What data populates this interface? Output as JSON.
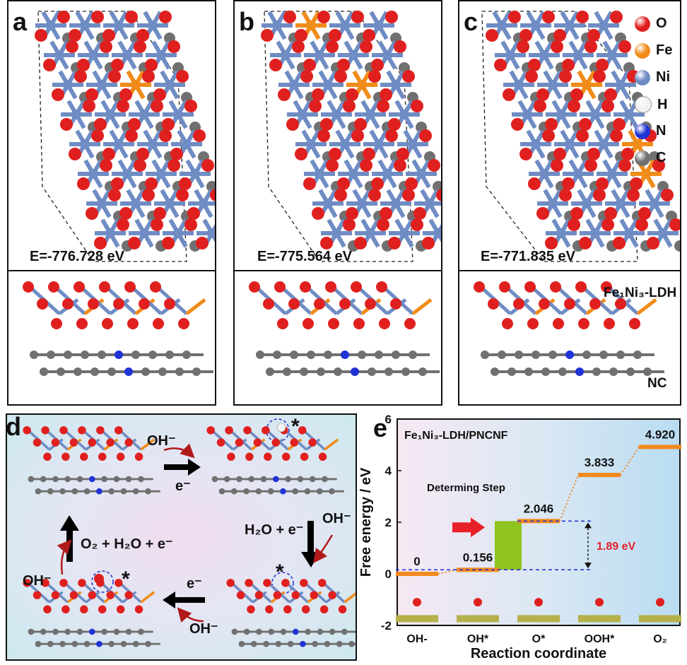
{
  "panels": {
    "a": {
      "label": "a",
      "energy": "E=-776.728 eV"
    },
    "b": {
      "label": "b",
      "energy": "E=-775.564 eV"
    },
    "c": {
      "label": "c",
      "energy": "E=-771.835 eV",
      "ldh_label": "Fe₁Ni₃-LDH",
      "nc_label": "NC"
    },
    "d": {
      "label": "d",
      "top_reagent": "OH⁻",
      "top_electron": "e⁻",
      "right_text": "H₂O + e⁻",
      "right_reagent": "OH⁻",
      "bottom_electron": "e⁻",
      "bottom_reagent": "OH⁻",
      "left_text": "O₂ + H₂O + e⁻",
      "left_reagent": "OH⁻",
      "star": "*"
    },
    "e": {
      "label": "e"
    }
  },
  "legend": [
    {
      "symbol": "O",
      "color": "#e0201f"
    },
    {
      "symbol": "Fe",
      "color": "#f08c1a"
    },
    {
      "symbol": "Ni",
      "color": "#6f8cc4"
    },
    {
      "symbol": "H",
      "color": "#f2f2f2"
    },
    {
      "symbol": "N",
      "color": "#1f33d6"
    },
    {
      "symbol": "C",
      "color": "#707070"
    }
  ],
  "chart_data": {
    "type": "line",
    "title": "Fe₁Ni₃-LDH/PNCNF",
    "xlabel": "Reaction coordinate",
    "ylabel": "Free energy / eV",
    "categories": [
      "OH-",
      "OH*",
      "O*",
      "OOH*",
      "O₂"
    ],
    "values": [
      0,
      0.156,
      2.046,
      3.833,
      4.92
    ],
    "value_labels": [
      "0",
      "0.156",
      "2.046",
      "3.833",
      "4.920"
    ],
    "ylim": [
      -2,
      6
    ],
    "yticks": [
      "-2",
      "0",
      "2",
      "4",
      "6"
    ],
    "annotation_step": "Determing Step",
    "annotation_gap": "1.89 eV",
    "colors": {
      "level": "#f28a1e",
      "step_bar": "#8fc31f",
      "arrow": "#e8202a",
      "gap_text": "#e8202a",
      "dash": "#1f2ad6",
      "substrate": "#b5b04a"
    }
  }
}
